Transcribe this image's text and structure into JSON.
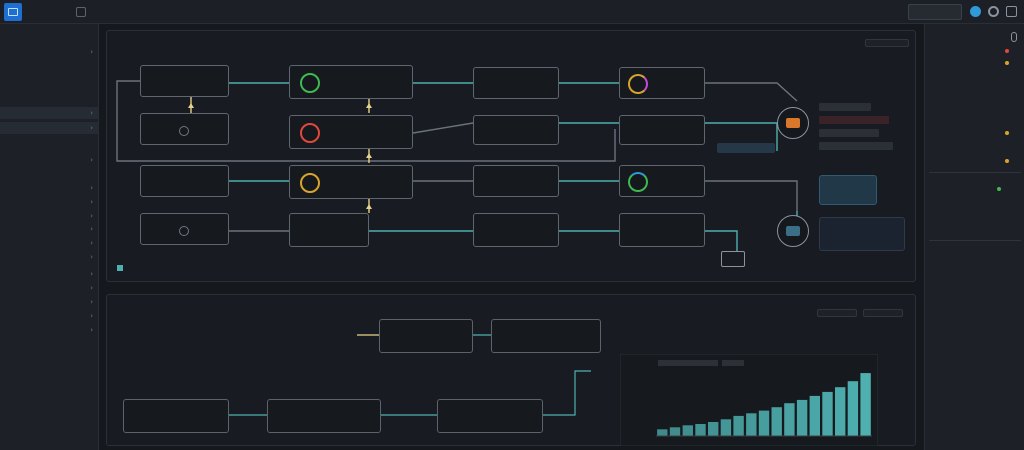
{
  "topbar": {
    "brand_line1": "",
    "brand_line2": "",
    "breadcrumb": "",
    "action_button": ""
  },
  "sidebar": {
    "items": [
      "",
      "",
      "",
      "",
      "",
      "",
      "",
      "",
      "",
      "",
      "",
      "",
      "",
      "",
      "",
      "",
      "",
      "",
      "",
      "",
      ""
    ]
  },
  "flow": {
    "title": "",
    "chips": [
      ""
    ],
    "nodes": [
      {
        "title": "",
        "sub": ""
      },
      {
        "title": "",
        "sub": ""
      },
      {
        "title": "",
        "sub": ""
      },
      {
        "title": "",
        "sub": ""
      },
      {
        "title": "",
        "sub": ""
      },
      {
        "title": "",
        "sub": ""
      },
      {
        "title": "",
        "sub": ""
      },
      {
        "title": "",
        "sub": ""
      },
      {
        "title": "",
        "sub": ""
      },
      {
        "title": "",
        "sub": ""
      },
      {
        "title": "",
        "sub": ""
      },
      {
        "title": "",
        "sub": ""
      },
      {
        "title": "",
        "sub": ""
      },
      {
        "title": "",
        "sub": ""
      },
      {
        "title": "",
        "sub": ""
      },
      {
        "title": "",
        "sub": ""
      }
    ],
    "labels": [
      "",
      "",
      "",
      "",
      "",
      "",
      "",
      "",
      "",
      "",
      "",
      ""
    ],
    "status_card": {
      "title": "",
      "value": ""
    },
    "node_card": {
      "label": "",
      "value": ""
    },
    "legend": [
      "",
      "",
      "",
      ""
    ],
    "output_badge": ""
  },
  "metrics": {
    "title": "",
    "subtitle": "",
    "boxes": [
      {
        "label": "",
        "value": "",
        "side": ""
      },
      {
        "label": "",
        "value": "",
        "side": ""
      },
      {
        "label": "",
        "value": "",
        "side": ""
      },
      {
        "label": "",
        "value": "",
        "side": ""
      },
      {
        "label": "",
        "value": "",
        "side": ""
      }
    ],
    "chart_title": "",
    "chart_chips": [
      "",
      ""
    ]
  },
  "inspector": {
    "rows": [
      "",
      "",
      "",
      "",
      "",
      "",
      "",
      "",
      "",
      "",
      "",
      "",
      "",
      "",
      "",
      "",
      ""
    ]
  },
  "colors": {
    "accent": "#4fb0b0",
    "alert": "#e0483e",
    "ok": "#3fb950",
    "warn": "#d9a42b",
    "highlight": "#1f6fd0"
  },
  "chart_data": {
    "type": "bar",
    "values": [
      1,
      1.3,
      1.6,
      1.8,
      2.1,
      2.5,
      3,
      3.4,
      3.8,
      4.3,
      4.9,
      5.4,
      6,
      6.6,
      7.3,
      8.2,
      9.4
    ],
    "grid": false,
    "legend": "none"
  }
}
